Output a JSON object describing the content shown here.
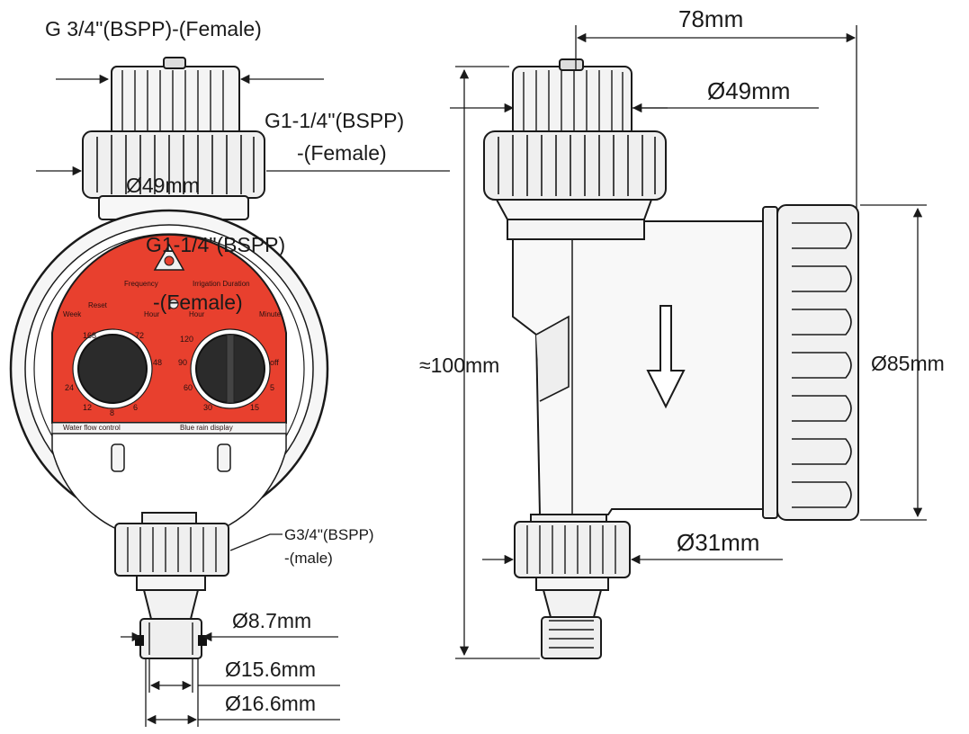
{
  "front_view": {
    "top_thread": "G 3/4\"(BSPP)-(Female)",
    "mid_thread_line1": "G1-1/4\"(BSPP)",
    "mid_thread_line2": "-(Female)",
    "mid_diameter": "Ø49mm",
    "bottom_thread_line1": "G3/4\"(BSPP)",
    "bottom_thread_line2": "-(male)",
    "dia_a": "Ø8.7mm",
    "dia_b": "Ø15.6mm",
    "dia_c": "Ø16.6mm",
    "panel": {
      "label_frequency": "Frequency",
      "label_irrigation": "Irrigation Duration",
      "label_reset": "Reset",
      "label_week": "Week",
      "label_hour": "Hour",
      "label_minute": "Minute",
      "left_dial_numbers": [
        "24",
        "12",
        "8",
        "6",
        "168",
        "72",
        "48"
      ],
      "right_dial_numbers": [
        "120",
        "90",
        "60",
        "30",
        "15",
        "5",
        "off"
      ],
      "strip_left": "Water flow control",
      "strip_right": "Blue rain display"
    }
  },
  "side_view": {
    "width": "78mm",
    "diameter_top": "Ø49mm",
    "height": "≈100mm",
    "diameter_body": "Ø85mm",
    "diameter_bottom": "Ø31mm"
  },
  "colors": {
    "panel_red": "#e8402e",
    "dial_dark": "#2b2b2b",
    "outline": "#1a1a1a",
    "body_grey": "#f2f2f2"
  }
}
